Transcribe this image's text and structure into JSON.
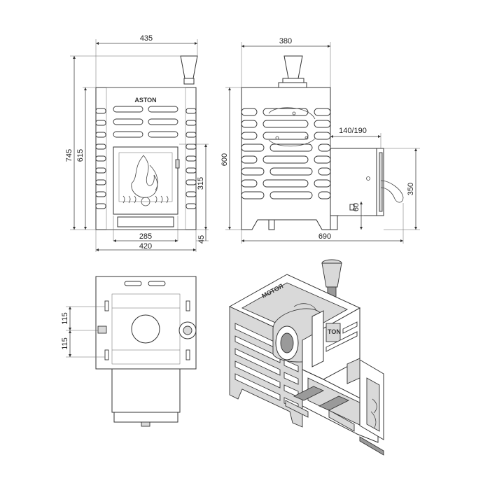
{
  "brand": {
    "front_logo": "ASTON",
    "iso_logo_1": "МОТОЯ",
    "iso_logo_2": "TON"
  },
  "front_view": {
    "dims": {
      "width_top": "435",
      "height_total": "745",
      "height_body": "615",
      "door_height": "315",
      "door_width": "285",
      "base_width": "420",
      "base_height": "45"
    }
  },
  "side_view": {
    "dims": {
      "width_top": "380",
      "tunnel": "140/190",
      "height_body": "600",
      "tunnel_height": "350",
      "tunnel_offset": "60",
      "total_depth": "690"
    }
  },
  "top_view": {
    "dims": {
      "upper": "115",
      "lower": "115"
    }
  },
  "colors": {
    "line": "#333333",
    "fill_grey": "#d9d9d9",
    "fill_dark": "#9a9a9a"
  }
}
